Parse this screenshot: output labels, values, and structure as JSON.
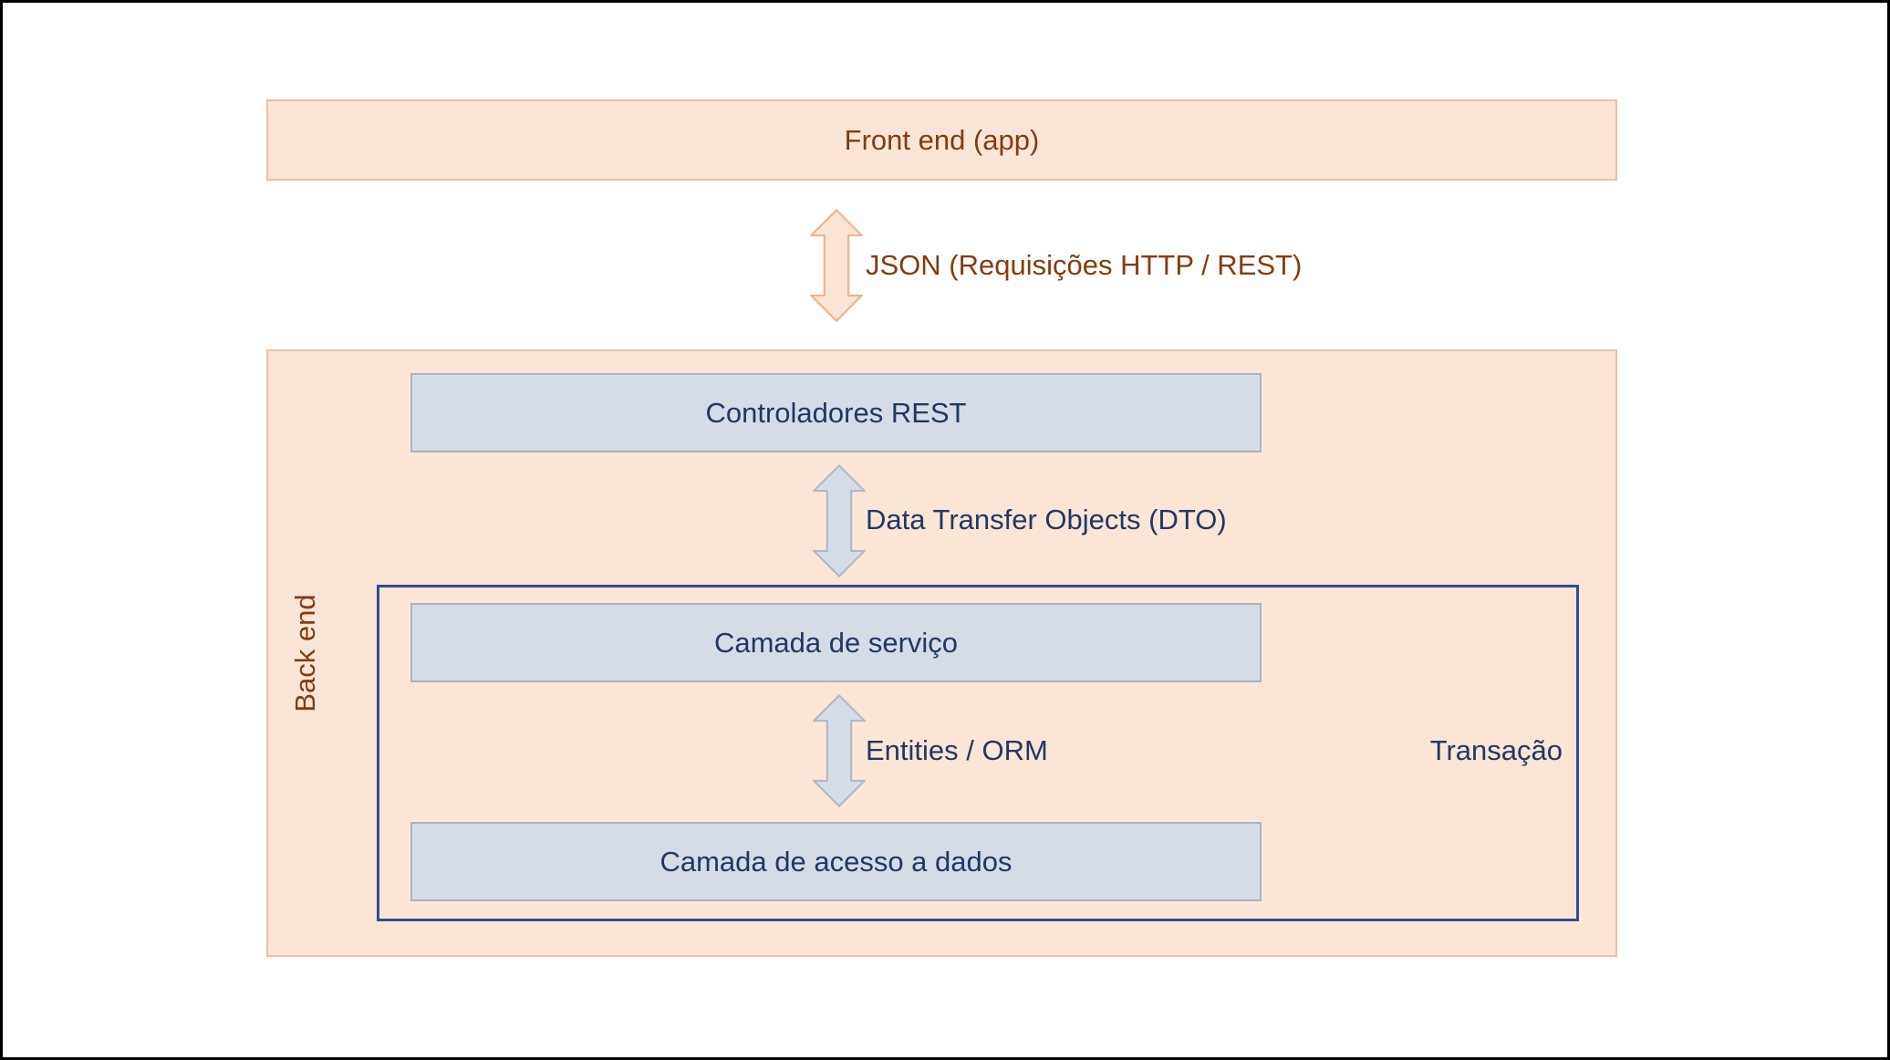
{
  "front_end": {
    "label": "Front end (app)"
  },
  "connectors": {
    "json": "JSON (Requisições HTTP / REST)",
    "dto": "Data Transfer Objects (DTO)",
    "orm": "Entities / ORM"
  },
  "back_end": {
    "label": "Back end",
    "layers": [
      {
        "label": "Controladores REST"
      },
      {
        "label": "Camada de serviço"
      },
      {
        "label": "Camada de acesso a dados"
      }
    ],
    "transaction_label": "Transação"
  },
  "colors": {
    "peach-fill": "#fbe5d6",
    "peach-border": "#e6c3a8",
    "peach-arrow-stroke": "#f4b183",
    "layer-fill": "#d6dce5",
    "layer-border": "#a9b3c2",
    "layer-arrow-stroke": "#adb9ca",
    "brown-text": "#843c0c",
    "navy-text": "#203864",
    "transaction-border": "#2f4f8f"
  },
  "icons": {
    "json_arrow": "double-arrow-vertical",
    "dto_arrow": "double-arrow-vertical",
    "orm_arrow": "double-arrow-vertical"
  }
}
